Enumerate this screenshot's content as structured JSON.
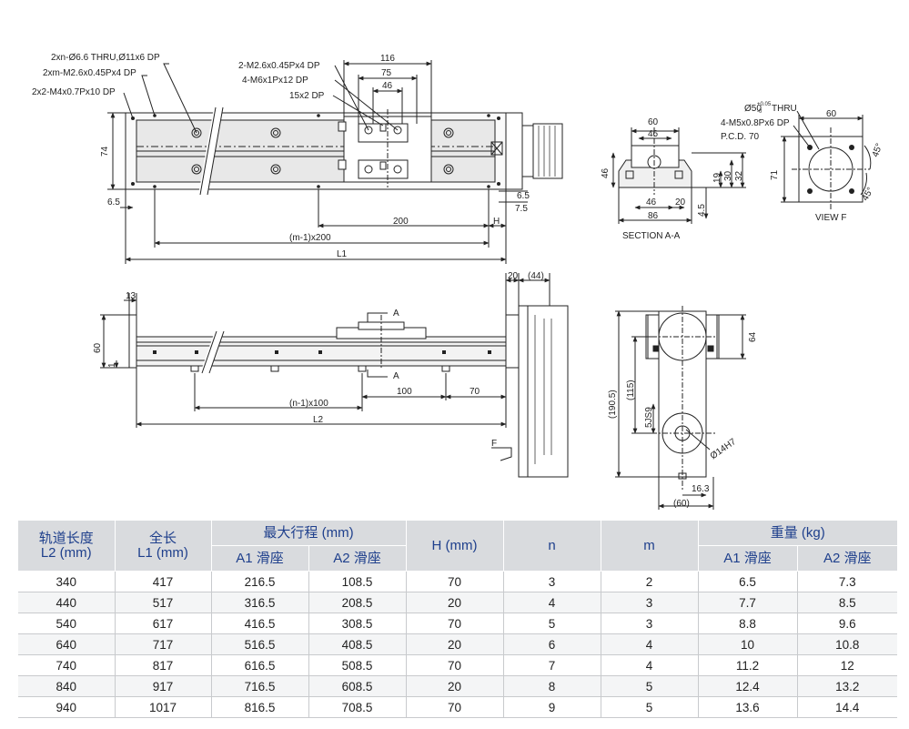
{
  "drawing": {
    "top_view": {
      "callouts": [
        "2xn-Ø6.6 THRU,Ø11x6 DP",
        "2xm-M2.6x0.45Px4 DP",
        "2x2-M4x0.7Px10 DP"
      ],
      "slider_callouts": [
        "2-M2.6x0.45Px4 DP",
        "4-M6x1Px12 DP",
        "15x2 DP"
      ],
      "dims": {
        "d116": "116",
        "d75": "75",
        "d46": "46",
        "d74": "74",
        "d6_5_left": "6.5",
        "d6_5_right": "6.5",
        "d7_5": "7.5",
        "d200": "200",
        "h": "H",
        "m_pitch": "(m-1)x200",
        "l1": "L1"
      }
    },
    "section_aa": {
      "label": "SECTION A-A",
      "dims": {
        "d60": "60",
        "d46_top": "46",
        "d46_left": "46",
        "d46_bottom": "46",
        "d20": "20",
        "d86": "86",
        "d4_5": "4.5",
        "d19": "19",
        "d30": "30",
        "d32": "32"
      }
    },
    "view_f": {
      "label": "VIEW F",
      "callouts": [
        "Ø50",
        "+0.05",
        "-0",
        "THRU",
        "4-M5x0.8Px6 DP",
        "P.C.D. 70"
      ],
      "dims": {
        "d60": "60",
        "d71": "71",
        "d45a": "45°",
        "d45b": "45°"
      }
    },
    "side_view": {
      "dims": {
        "d13": "13",
        "d60": "60",
        "d1": "1",
        "d100": "100",
        "d70": "70",
        "n_pitch": "(n-1)x100",
        "l2": "L2",
        "d20": "20",
        "d44": "(44)"
      },
      "section_marks": [
        "A",
        "A"
      ],
      "view_mark": "F"
    },
    "end_view": {
      "dims": {
        "d64": "64",
        "d190_5": "(190.5)",
        "d115": "(115)",
        "d5js9": "5JS9",
        "d14h7": "Ø14H7",
        "d16_3": "16.3",
        "d60": "(60)"
      }
    }
  },
  "table": {
    "headers": {
      "rail_length": "轨道长度\nL2 (mm)",
      "total_length": "全长\nL1 (mm)",
      "max_stroke": "最大行程 (mm)",
      "stroke_a1": "A1 滑座",
      "stroke_a2": "A2 滑座",
      "h": "H (mm)",
      "n": "n",
      "m": "m",
      "weight": "重量 (kg)",
      "weight_a1": "A1 滑座",
      "weight_a2": "A2 滑座"
    },
    "rows": [
      [
        "340",
        "417",
        "216.5",
        "108.5",
        "70",
        "3",
        "2",
        "6.5",
        "7.3"
      ],
      [
        "440",
        "517",
        "316.5",
        "208.5",
        "20",
        "4",
        "3",
        "7.7",
        "8.5"
      ],
      [
        "540",
        "617",
        "416.5",
        "308.5",
        "70",
        "5",
        "3",
        "8.8",
        "9.6"
      ],
      [
        "640",
        "717",
        "516.5",
        "408.5",
        "20",
        "6",
        "4",
        "10",
        "10.8"
      ],
      [
        "740",
        "817",
        "616.5",
        "508.5",
        "70",
        "7",
        "4",
        "11.2",
        "12"
      ],
      [
        "840",
        "917",
        "716.5",
        "608.5",
        "20",
        "8",
        "5",
        "12.4",
        "13.2"
      ],
      [
        "940",
        "1017",
        "816.5",
        "708.5",
        "70",
        "9",
        "5",
        "13.6",
        "14.4"
      ]
    ]
  },
  "colors": {
    "header_bg": "#d9dbde",
    "header_text": "#1e3f8c",
    "line": "#222222",
    "rail_gray": "#e3e3e3"
  }
}
